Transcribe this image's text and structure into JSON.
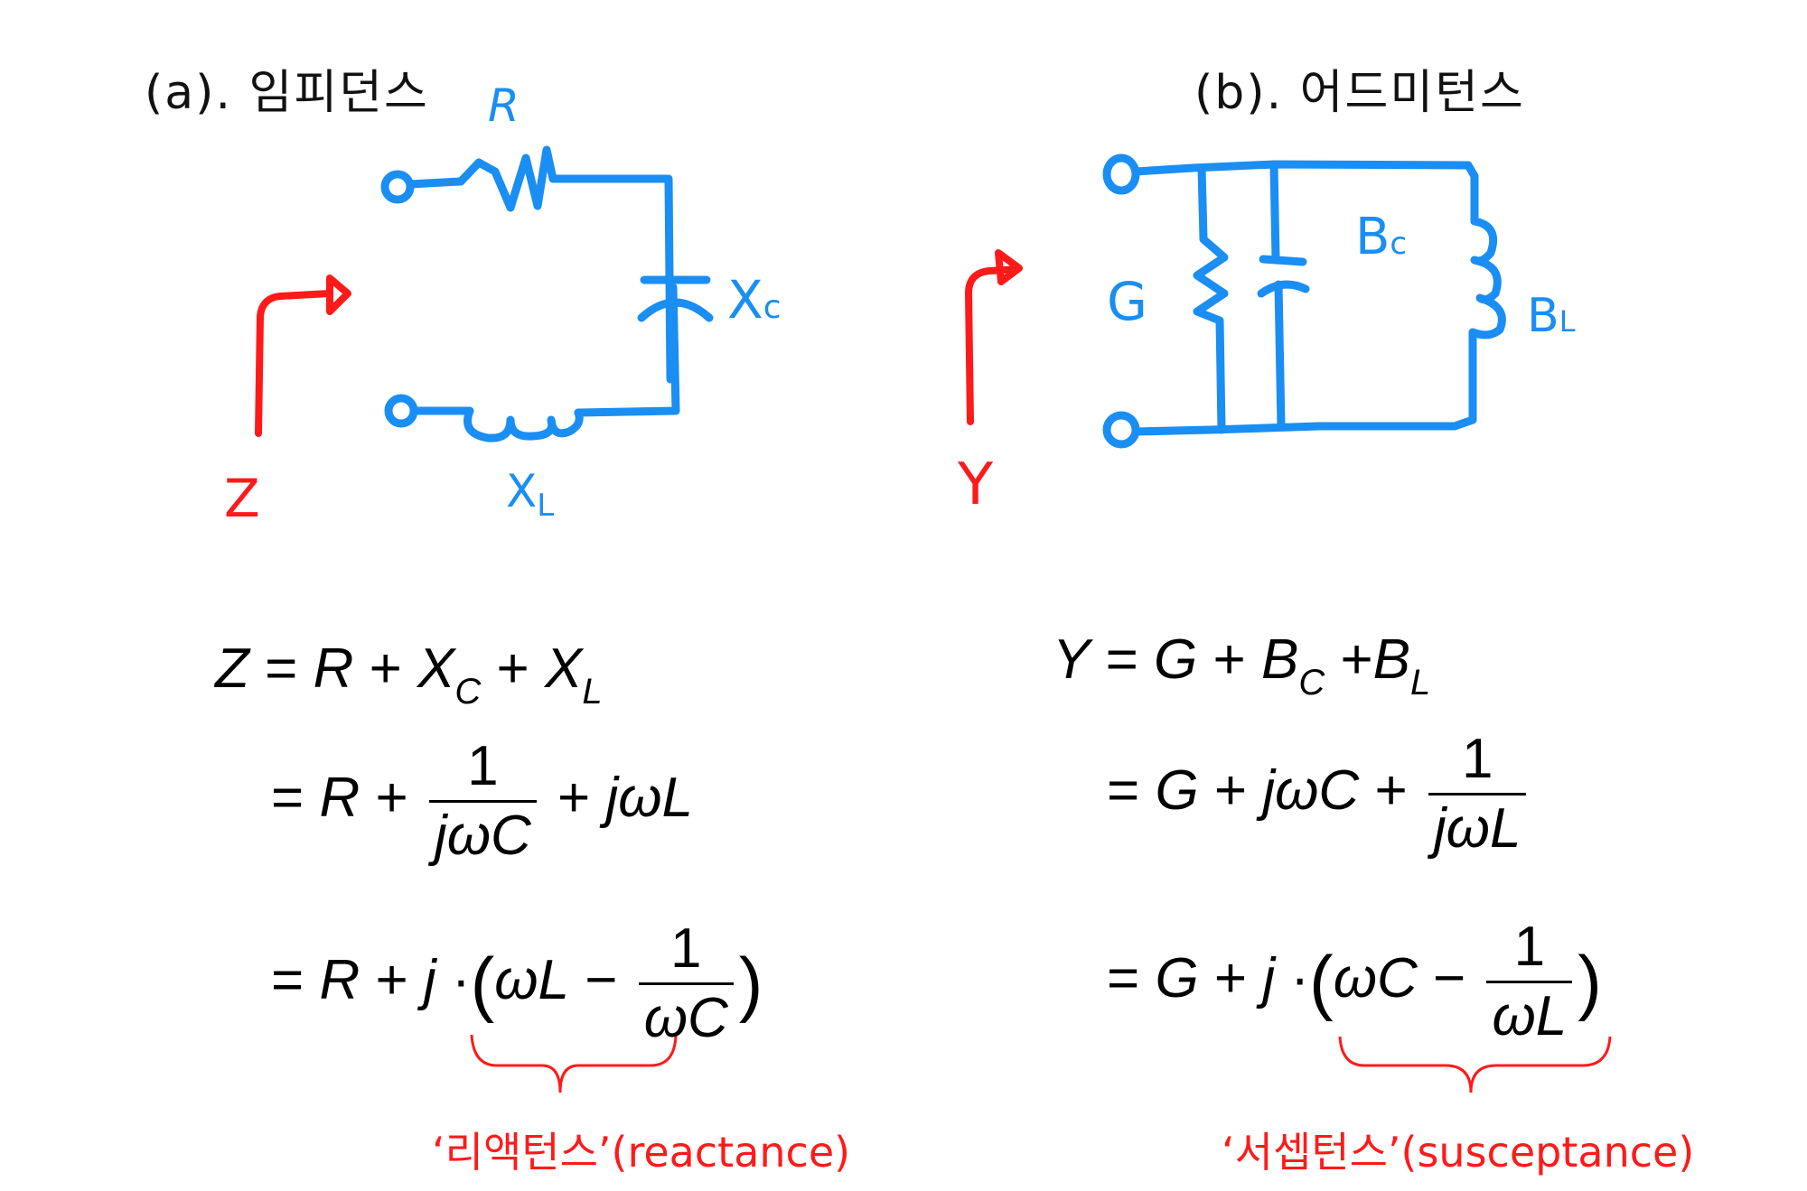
{
  "panel_a": {
    "title": "(a). 임피던스",
    "labels": {
      "R": "R",
      "Xc": "X",
      "Xc_sub": "c",
      "XL": "X",
      "XL_sub": "L",
      "Z": "Z"
    },
    "equations": {
      "line1": {
        "lhs": "Z",
        "eq": "=",
        "t1": "R",
        "op1": "+",
        "t2": "X",
        "t2_sub": "C",
        "op2": "+",
        "t3": "X",
        "t3_sub": "L"
      },
      "line2": {
        "eq": "=",
        "t1": "R",
        "op1": "+",
        "num": "1",
        "den": "jωC",
        "op2": "+",
        "t3": "jωL"
      },
      "line3": {
        "eq": "=",
        "t1": "R",
        "op1": "+",
        "j": "j",
        "dot": "·",
        "open": "(",
        "t2": "ωL",
        "minus": "−",
        "num": "1",
        "den": "ωC",
        "close": ")"
      }
    },
    "brace_label": "‘리액턴스’(reactance)"
  },
  "panel_b": {
    "title": "(b). 어드미턴스",
    "labels": {
      "G": "G",
      "Bc": "B",
      "Bc_sub": "c",
      "BL": "B",
      "BL_sub": "L",
      "Y": "Y"
    },
    "equations": {
      "line1": {
        "lhs": "Y",
        "eq": "=",
        "t1": "G",
        "op1": "+",
        "t2": "B",
        "t2_sub": "C",
        "op2": "+",
        "t3": "B",
        "t3_sub": "L"
      },
      "line2": {
        "eq": "=",
        "t1": "G",
        "op1": "+",
        "t2": "jωC",
        "op2": "+",
        "num": "1",
        "den": "jωL"
      },
      "line3": {
        "eq": "=",
        "t1": "G",
        "op1": "+",
        "j": "j",
        "dot": "·",
        "open": "(",
        "t2": "ωC",
        "minus": "−",
        "num": "1",
        "den": "ωL",
        "close": ")"
      }
    },
    "brace_label": "‘서셉턴스’(susceptance)"
  },
  "colors": {
    "circuit": "#1a8ef2",
    "annotation": "#ff1a1a",
    "text": "#000000"
  }
}
